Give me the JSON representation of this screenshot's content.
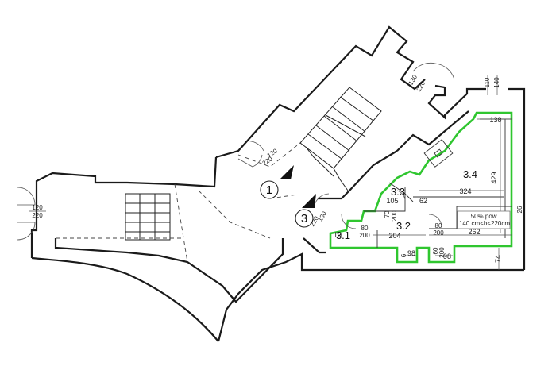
{
  "rooms": {
    "r31": "3.1",
    "r32": "3.2",
    "r33": "3.3",
    "r34": "3.4"
  },
  "markers": {
    "m1": "1",
    "m3": "3"
  },
  "doors": {
    "left_w": "120",
    "left_h": "220",
    "mid_w": "120",
    "mid_h": "220",
    "top_w": "130",
    "top_h": "220",
    "win_a": "110",
    "win_b": "140",
    "d3_w": "130",
    "d3_h": "220",
    "d31_w": "80",
    "d31_h": "200",
    "d33_w": "70",
    "d33_h": "200",
    "d34_w": "80",
    "d34_h": "200",
    "d35_w": "60",
    "d35_h": "200"
  },
  "dims": {
    "d138": "138",
    "d429": "429",
    "d324": "324",
    "d105": "105",
    "d62": "62",
    "d262": "262",
    "d204": "204",
    "d10": "10",
    "d98a": "98",
    "d98b": "98",
    "d74": "74",
    "d26": "26",
    "d6": "6"
  },
  "note": {
    "line1": "50% pow.",
    "line2": "140 cm<h<220cm"
  },
  "colors": {
    "apartment_outline": "#2fc62f",
    "walls": "#1a1a1a"
  }
}
